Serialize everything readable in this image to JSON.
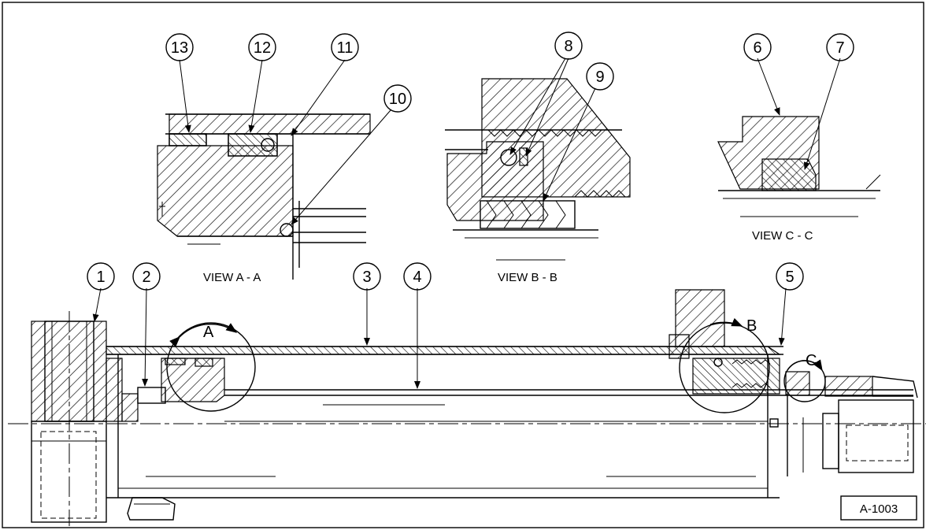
{
  "drawing_id": "A-1003",
  "views": {
    "a": "VIEW A - A",
    "b": "VIEW B - B",
    "c": "VIEW C - C"
  },
  "detail_markers": [
    "A",
    "B",
    "C"
  ],
  "callouts": [
    "1",
    "2",
    "3",
    "4",
    "5",
    "6",
    "7",
    "8",
    "9",
    "10",
    "11",
    "12",
    "13"
  ]
}
